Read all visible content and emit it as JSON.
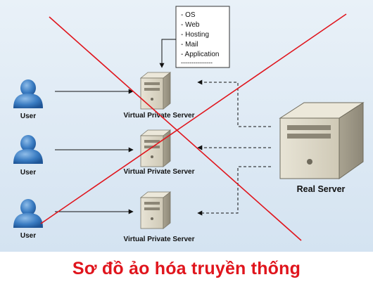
{
  "users": [
    {
      "label": "User"
    },
    {
      "label": "User"
    },
    {
      "label": "User"
    }
  ],
  "vps": [
    {
      "label": "Virtual Private Server"
    },
    {
      "label": "Virtual Private Server"
    },
    {
      "label": "Virtual Private Server"
    }
  ],
  "real_server": {
    "label": "Real Server"
  },
  "services": [
    "- OS",
    "- Web",
    "- Hosting",
    "- Mail",
    "- Application",
    "---------------"
  ],
  "caption": "Sơ đồ ảo hóa truyền thống",
  "colors": {
    "background": "#dde9f4",
    "cross": "#e0151d",
    "caption": "#e0151d",
    "user_blue": "#2f6fb4"
  }
}
